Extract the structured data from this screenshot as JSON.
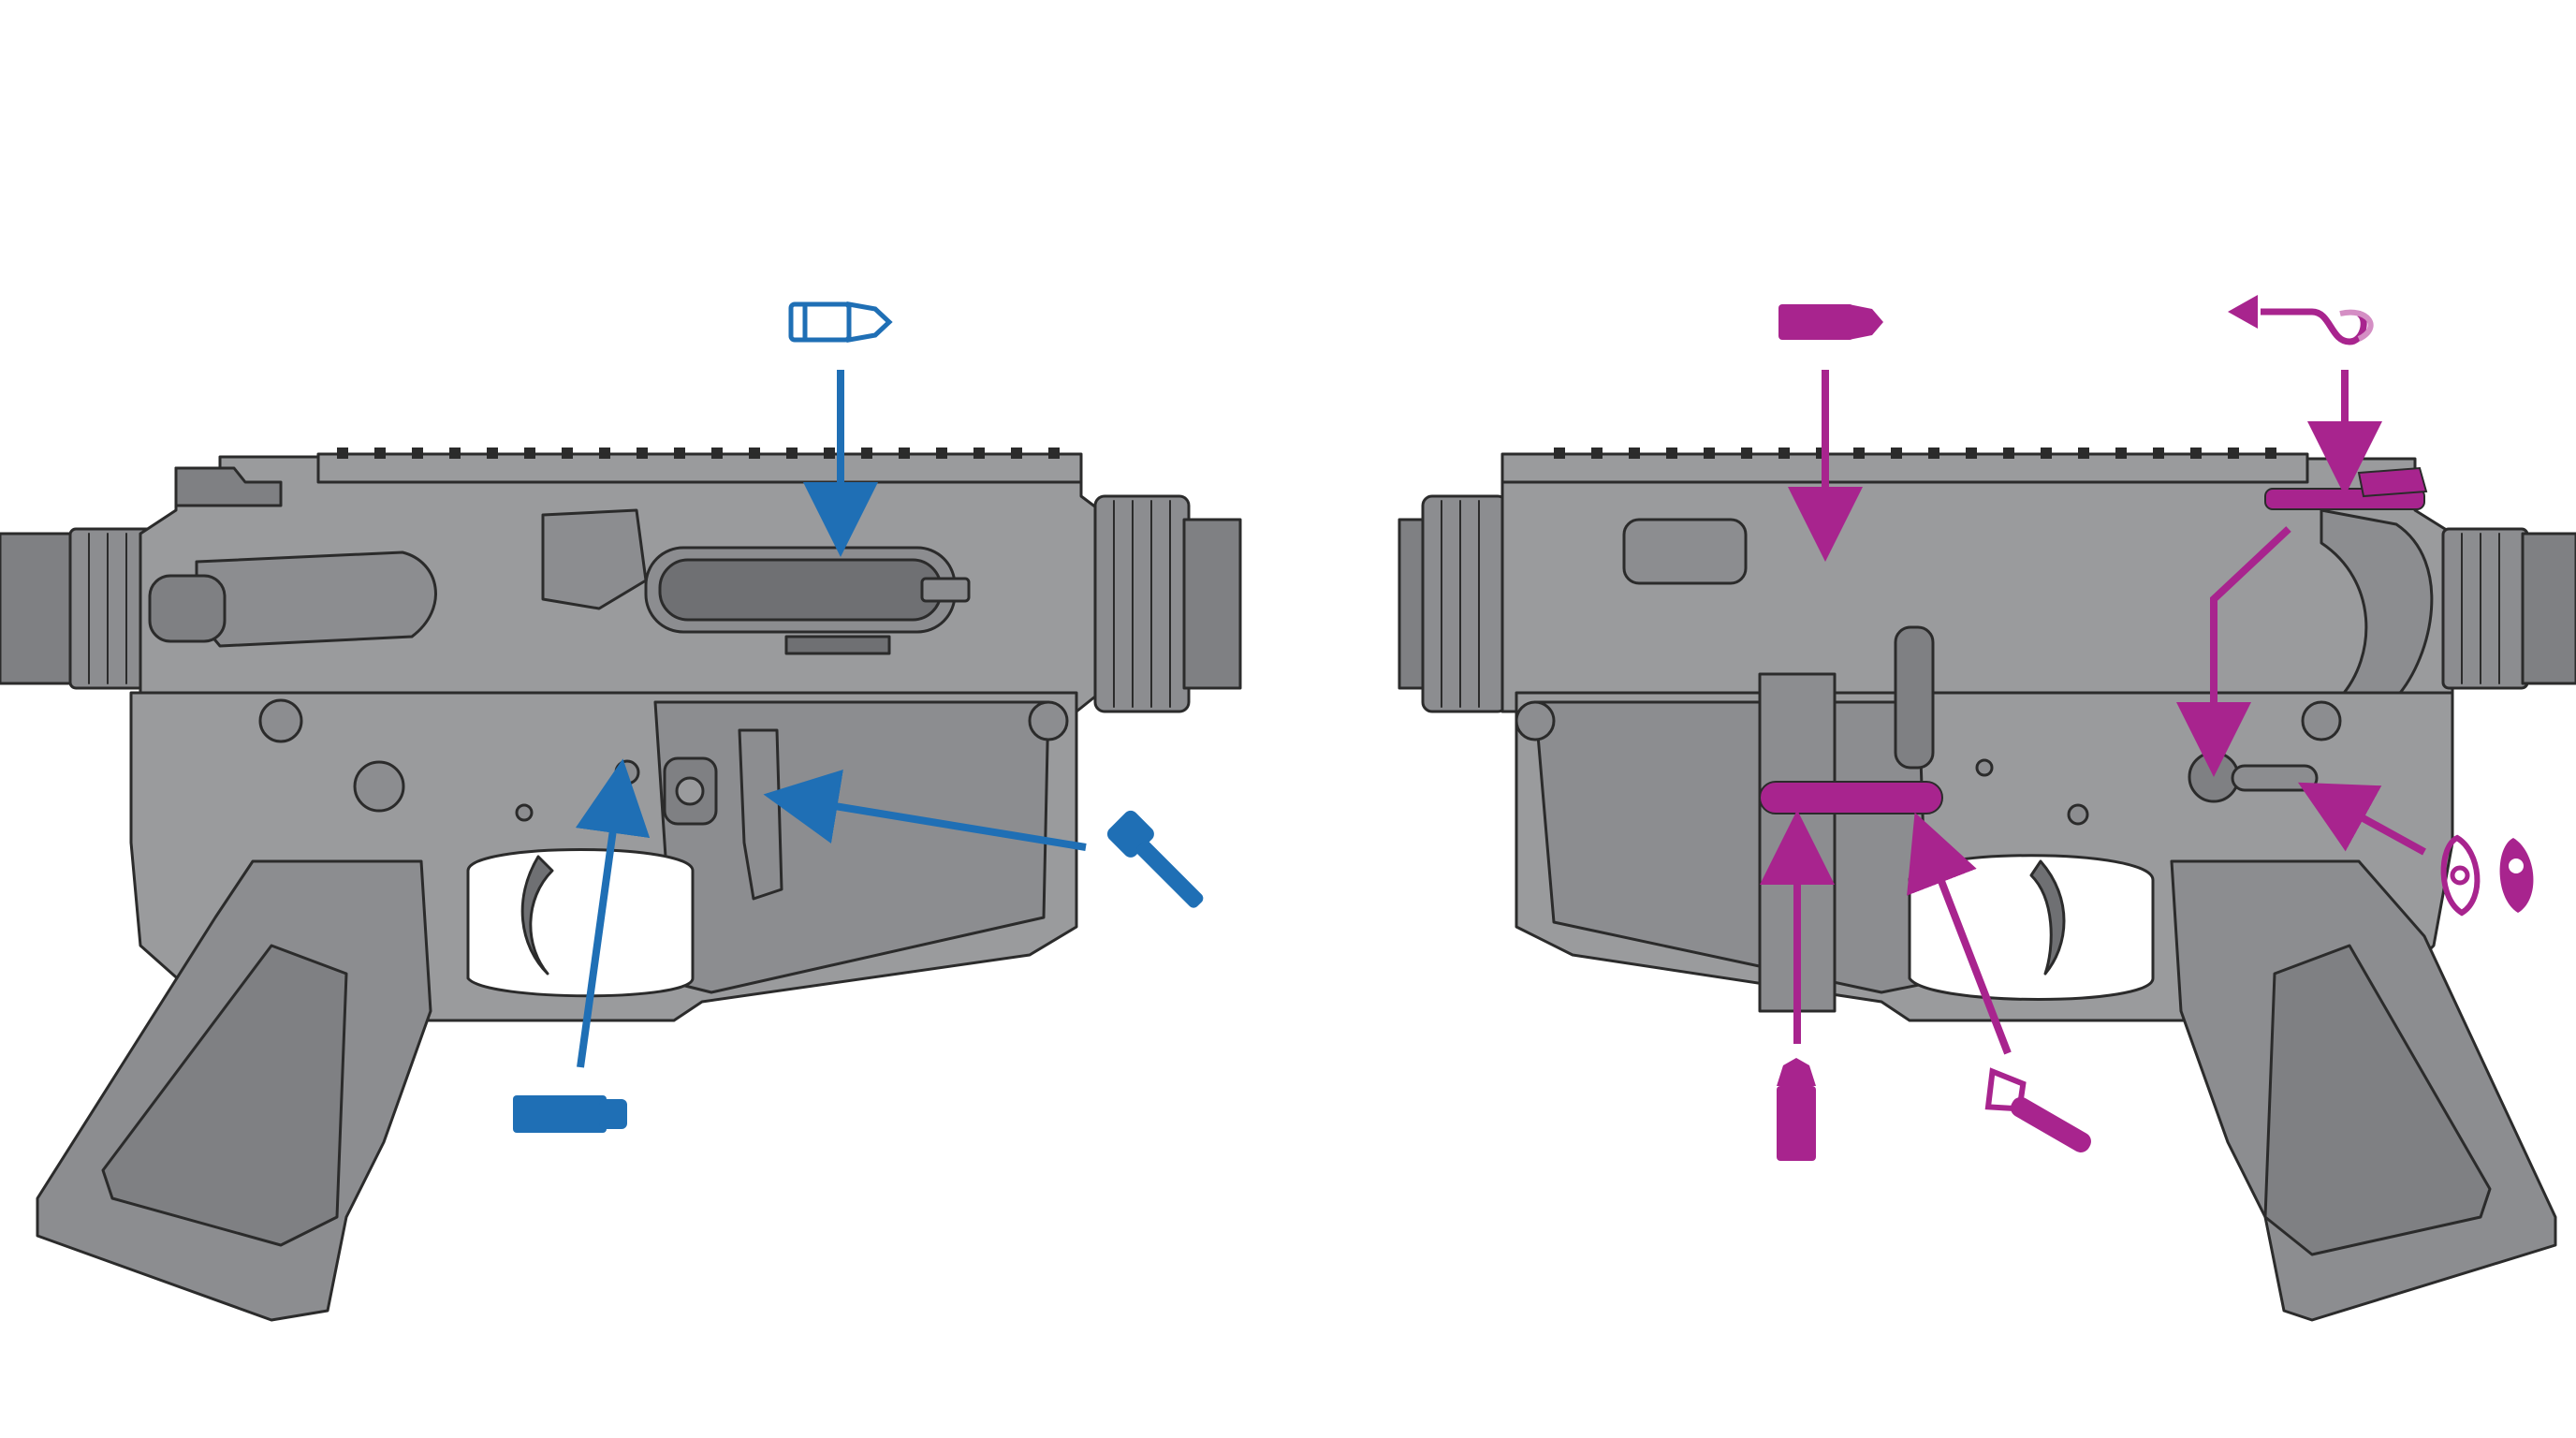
{
  "colors": {
    "background": "#ffffff",
    "receiver": "#9a9b9d",
    "receiver_dark": "#7f8083",
    "outline": "#2b2b2b",
    "left_accent": "#1f6fb5",
    "right_accent": "#a8248e"
  },
  "views": [
    {
      "side": "left",
      "accent": "left_accent",
      "callouts": [
        {
          "target": "ejection-port",
          "icon": "cartridge-outline-icon"
        },
        {
          "target": "bolt-catch",
          "icon": "roll-pin-icon"
        },
        {
          "target": "magazine-release-button",
          "icon": "pin-icon"
        }
      ]
    },
    {
      "side": "right",
      "accent": "right_accent",
      "callouts": [
        {
          "target": "forward-assist-area",
          "icon": "cartridge-icon"
        },
        {
          "target": "charging-handle-latch",
          "icon": "ambidextrous-latch-icon"
        },
        {
          "target": "magazine-release",
          "icon": "cartridge-upright-icon"
        },
        {
          "target": "bolt-catch-lever",
          "icon": "lever-icon"
        },
        {
          "target": "safety-selector",
          "icon": "selector-levers-icon"
        }
      ]
    }
  ]
}
